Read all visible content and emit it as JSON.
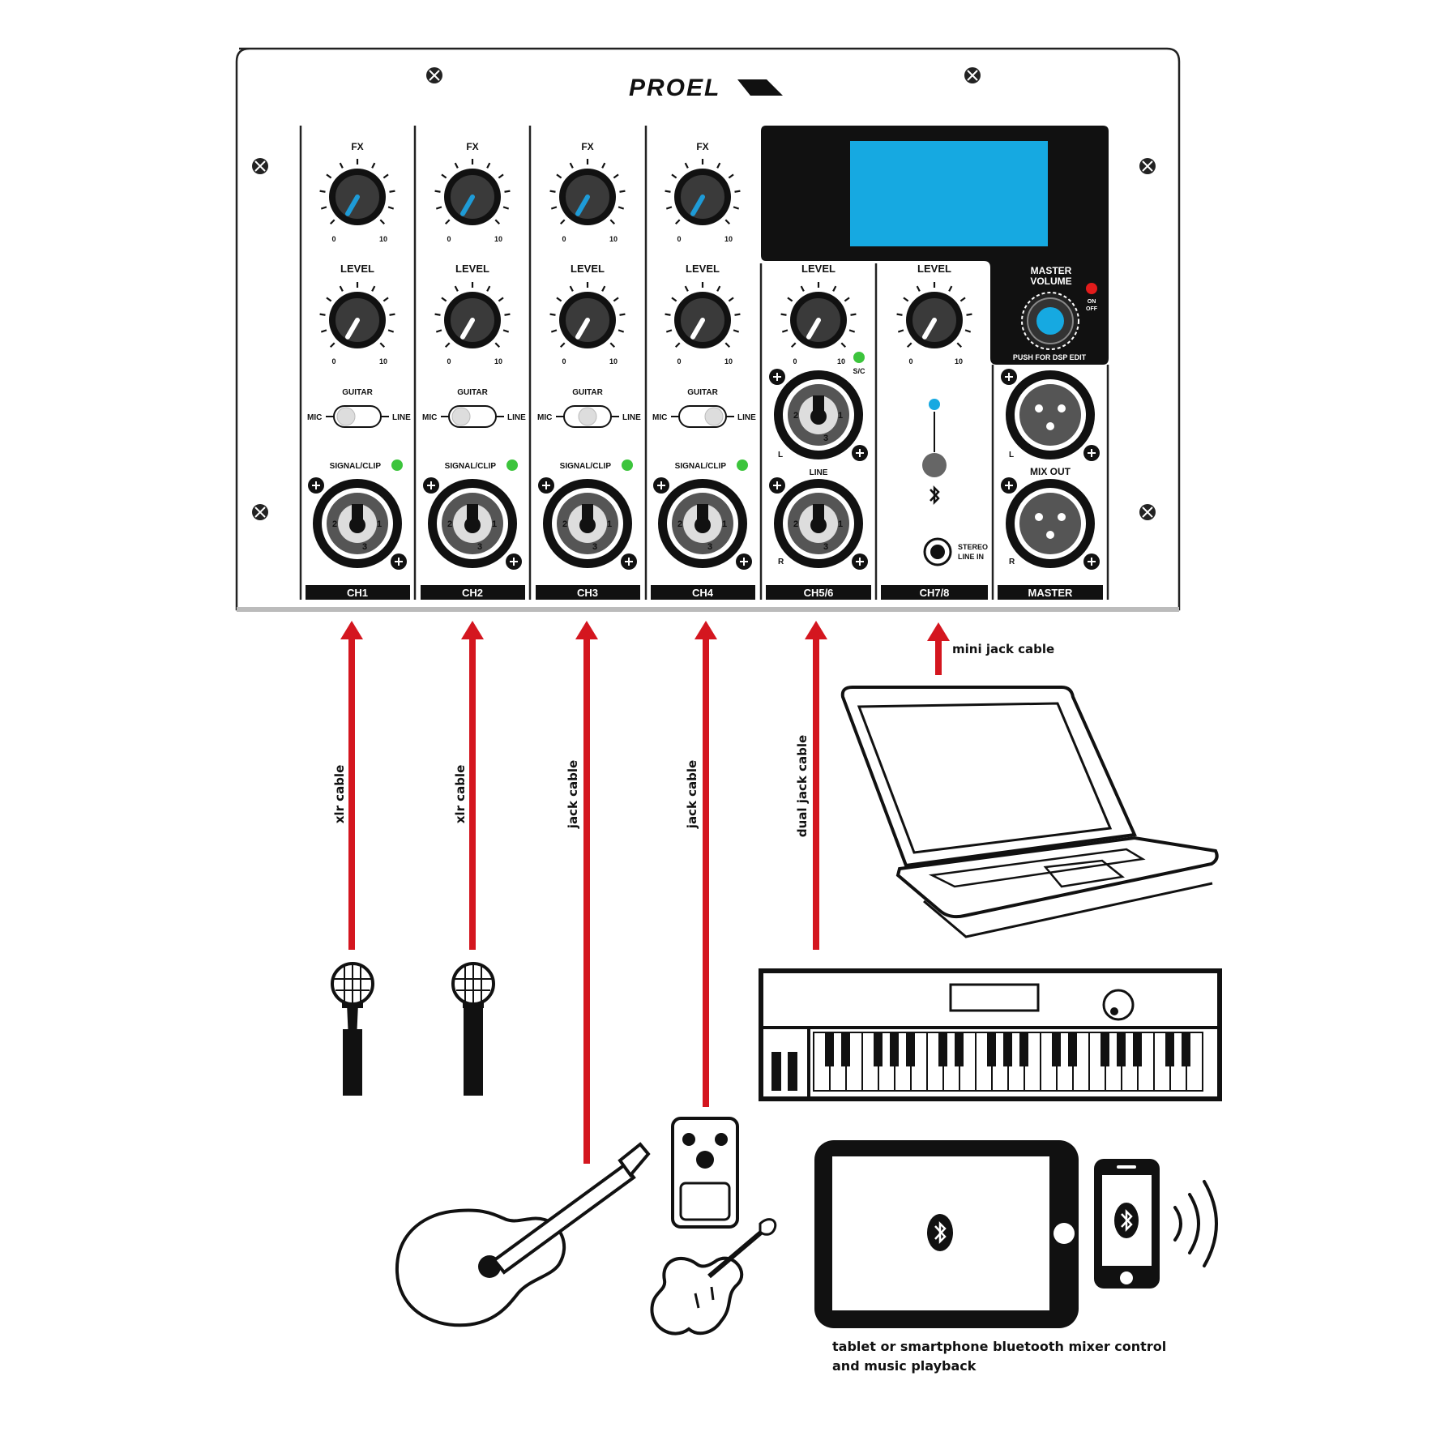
{
  "brand": "PROEL",
  "channels": [
    {
      "id": "ch1",
      "label": "CH1",
      "fx_label": "FX",
      "level_label": "LEVEL",
      "scale_min": "0",
      "scale_max": "10",
      "switch_top": "GUITAR",
      "switch_left": "MIC",
      "switch_right": "LINE",
      "signal_label": "SIGNAL/CLIP"
    },
    {
      "id": "ch2",
      "label": "CH2",
      "fx_label": "FX",
      "level_label": "LEVEL",
      "scale_min": "0",
      "scale_max": "10",
      "switch_top": "GUITAR",
      "switch_left": "MIC",
      "switch_right": "LINE",
      "signal_label": "SIGNAL/CLIP"
    },
    {
      "id": "ch3",
      "label": "CH3",
      "fx_label": "FX",
      "level_label": "LEVEL",
      "scale_min": "0",
      "scale_max": "10",
      "switch_top": "GUITAR",
      "switch_left": "MIC",
      "switch_right": "LINE",
      "signal_label": "SIGNAL/CLIP"
    },
    {
      "id": "ch4",
      "label": "CH4",
      "fx_label": "FX",
      "level_label": "LEVEL",
      "scale_min": "0",
      "scale_max": "10",
      "switch_top": "GUITAR",
      "switch_left": "MIC",
      "switch_right": "LINE",
      "signal_label": "SIGNAL/CLIP"
    }
  ],
  "ch56": {
    "label": "CH5/6",
    "level_label": "LEVEL",
    "scale_min": "0",
    "scale_max": "10",
    "sc_label": "S/C",
    "line_label": "LINE",
    "left_label": "L",
    "right_label": "R"
  },
  "ch78": {
    "label": "CH7/8",
    "level_label": "LEVEL",
    "scale_min": "0",
    "scale_max": "10",
    "stereo_line": "STEREO",
    "stereo_line2": "LINE IN"
  },
  "master": {
    "label": "MASTER",
    "volume_label": "MASTER",
    "volume_label2": "VOLUME",
    "push_label": "PUSH FOR DSP EDIT",
    "power_on": "ON",
    "power_off": "OFF",
    "mix_out_label": "MIX OUT",
    "left_label": "L",
    "right_label": "R"
  },
  "cables": [
    {
      "id": "ch1",
      "label": "xlr cable"
    },
    {
      "id": "ch2",
      "label": "xlr cable"
    },
    {
      "id": "ch3",
      "label": "jack cable"
    },
    {
      "id": "ch4",
      "label": "jack cable"
    },
    {
      "id": "ch56",
      "label": "dual jack cable"
    },
    {
      "id": "ch78",
      "label": "mini jack cable"
    }
  ],
  "caption_line1": "tablet or smartphone bluetooth mixer control",
  "caption_line2": "and music playback",
  "colors": {
    "cable": "#d4161f",
    "screen": "#16a9e1",
    "led": "#3cc43c",
    "power_led": "#e21b1b",
    "knob_indicator_fx": "#1e9bd7",
    "knob_indicator_level": "#ffffff"
  }
}
